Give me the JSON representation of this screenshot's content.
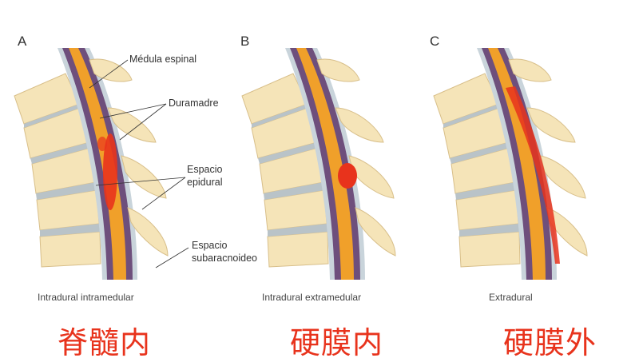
{
  "panels": [
    {
      "letter": "A",
      "caption": "Intradural intramedular",
      "title_cn": "脊髓内"
    },
    {
      "letter": "B",
      "caption": "Intradural extramedular",
      "title_cn": "硬膜内"
    },
    {
      "letter": "C",
      "caption": "Extradural",
      "title_cn": "硬膜外"
    }
  ],
  "labels": {
    "medula": "Médula espinal",
    "duramadre": "Duramadre",
    "epidural_1": "Espacio",
    "epidural_2": "epidural",
    "subarac_1": "Espacio",
    "subarac_2": "subaracnoideo"
  },
  "colors": {
    "bone": "#f5e4b8",
    "bone_edge": "#d8bf8a",
    "disc": "#b9c3c8",
    "dura": "#6e4f7c",
    "cord": "#f0a02a",
    "lesion": "#e8331c",
    "title": "#e8331c"
  }
}
